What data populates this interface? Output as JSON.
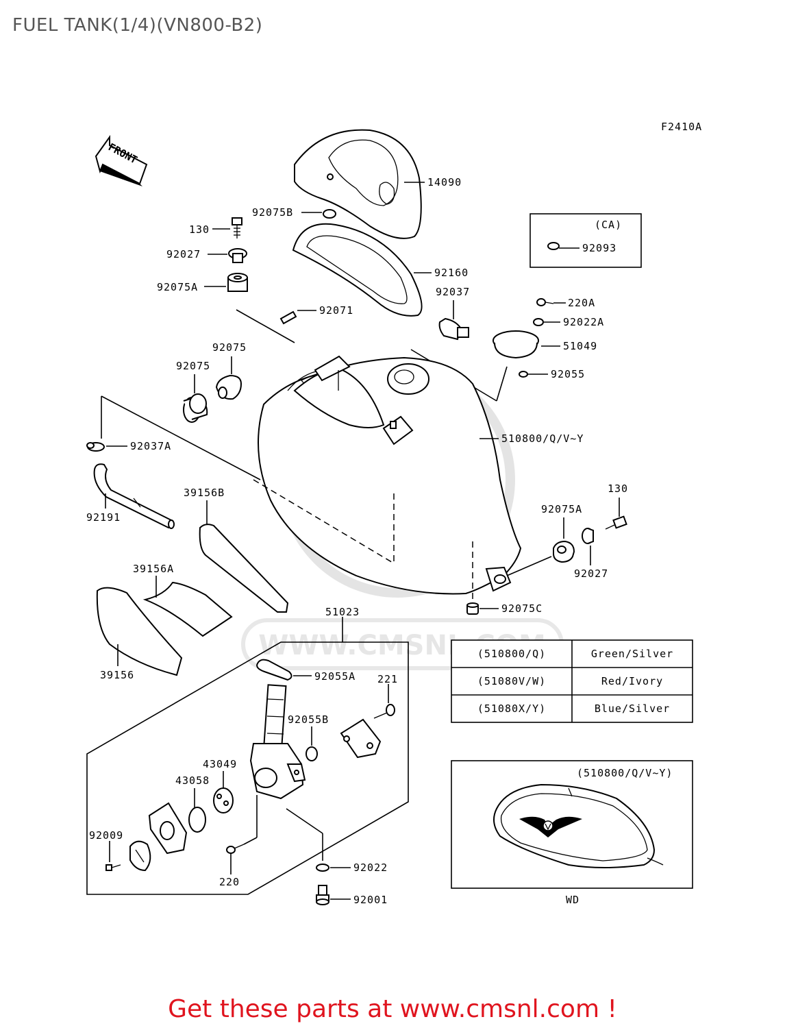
{
  "title": "FUEL TANK(1/4)(VN800-B2)",
  "figure_code": "F2410A",
  "front_label": "FRONT",
  "ca_label": "(CA)",
  "parts": {
    "p14090": "14090",
    "p92075B": "92075B",
    "p130a": "130",
    "p92027a": "92027",
    "p92075Aa": "92075A",
    "p92160": "92160",
    "p92037": "92037",
    "p92093": "92093",
    "p220A": "220A",
    "p92022A": "92022A",
    "p51049": "51049",
    "p92055": "92055",
    "p92071": "92071",
    "p92075a": "92075",
    "p92075b": "92075",
    "p510800": "510800/Q/V~Y",
    "p92037A": "92037A",
    "p39156B": "39156B",
    "p92191": "92191",
    "p130b": "130",
    "p92075Ab": "92075A",
    "p92027b": "92027",
    "p39156A": "39156A",
    "p92075C": "92075C",
    "p51023": "51023",
    "p39156": "39156",
    "p92055A": "92055A",
    "p221": "221",
    "p92055B": "92055B",
    "p43049": "43049",
    "p43058": "43058",
    "p92009": "92009",
    "p220": "220",
    "p92022": "92022",
    "p92001": "92001"
  },
  "color_table": [
    {
      "code": "(510800/Q)",
      "color": "Green/Silver"
    },
    {
      "code": "(51080V/W)",
      "color": "Red/Ivory"
    },
    {
      "code": "(51080X/Y)",
      "color": "Blue/Silver"
    }
  ],
  "inset": {
    "label": "(510800/Q/V~Y)",
    "caption": "WD"
  },
  "watermark": "WWW.CMSNL.COM",
  "footer": "Get these parts at www.cmsnl.com !"
}
